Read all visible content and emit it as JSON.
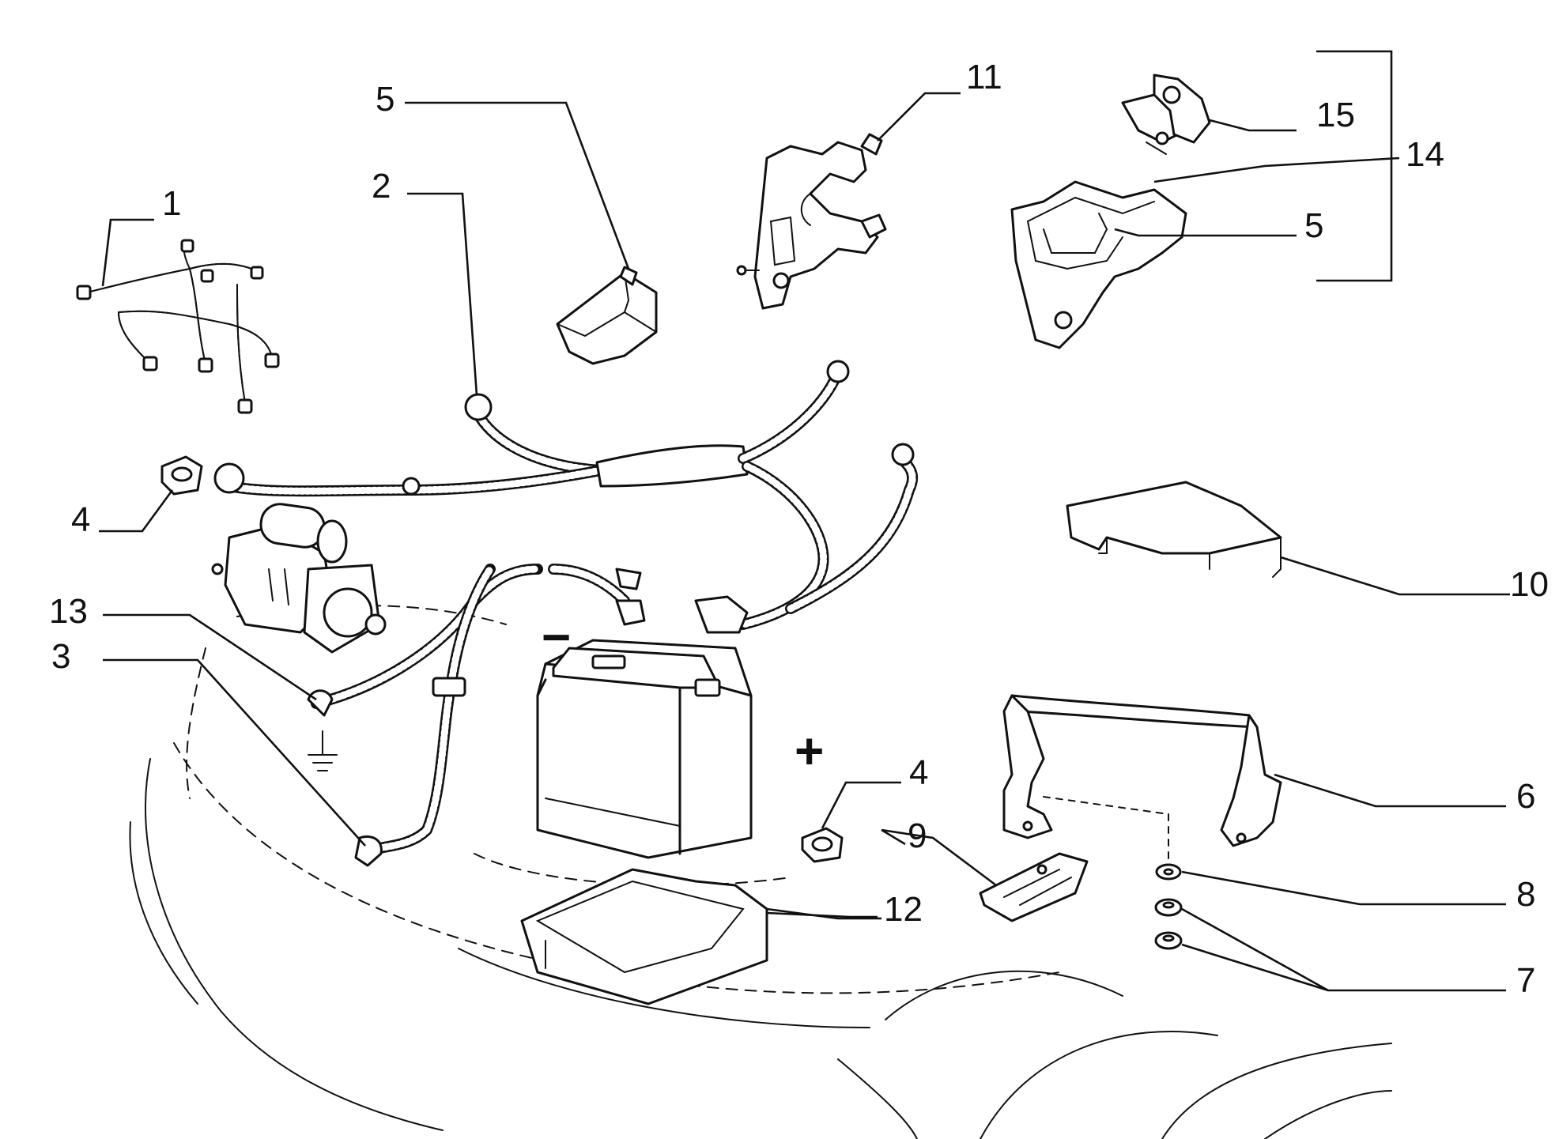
{
  "diagram": {
    "callouts": [
      {
        "id": "c1",
        "text": "1"
      },
      {
        "id": "c2",
        "text": "2"
      },
      {
        "id": "c3",
        "text": "3"
      },
      {
        "id": "c4a",
        "text": "4"
      },
      {
        "id": "c4b",
        "text": "4"
      },
      {
        "id": "c5a",
        "text": "5"
      },
      {
        "id": "c5b",
        "text": "5"
      },
      {
        "id": "c6",
        "text": "6"
      },
      {
        "id": "c7",
        "text": "7"
      },
      {
        "id": "c8",
        "text": "8"
      },
      {
        "id": "c9",
        "text": "9"
      },
      {
        "id": "c10",
        "text": "10"
      },
      {
        "id": "c11",
        "text": "11"
      },
      {
        "id": "c12",
        "text": "12"
      },
      {
        "id": "c13",
        "text": "13"
      },
      {
        "id": "c14",
        "text": "14"
      },
      {
        "id": "c15",
        "text": "15"
      }
    ],
    "polarity": {
      "negative": "−",
      "positive": "+"
    }
  }
}
